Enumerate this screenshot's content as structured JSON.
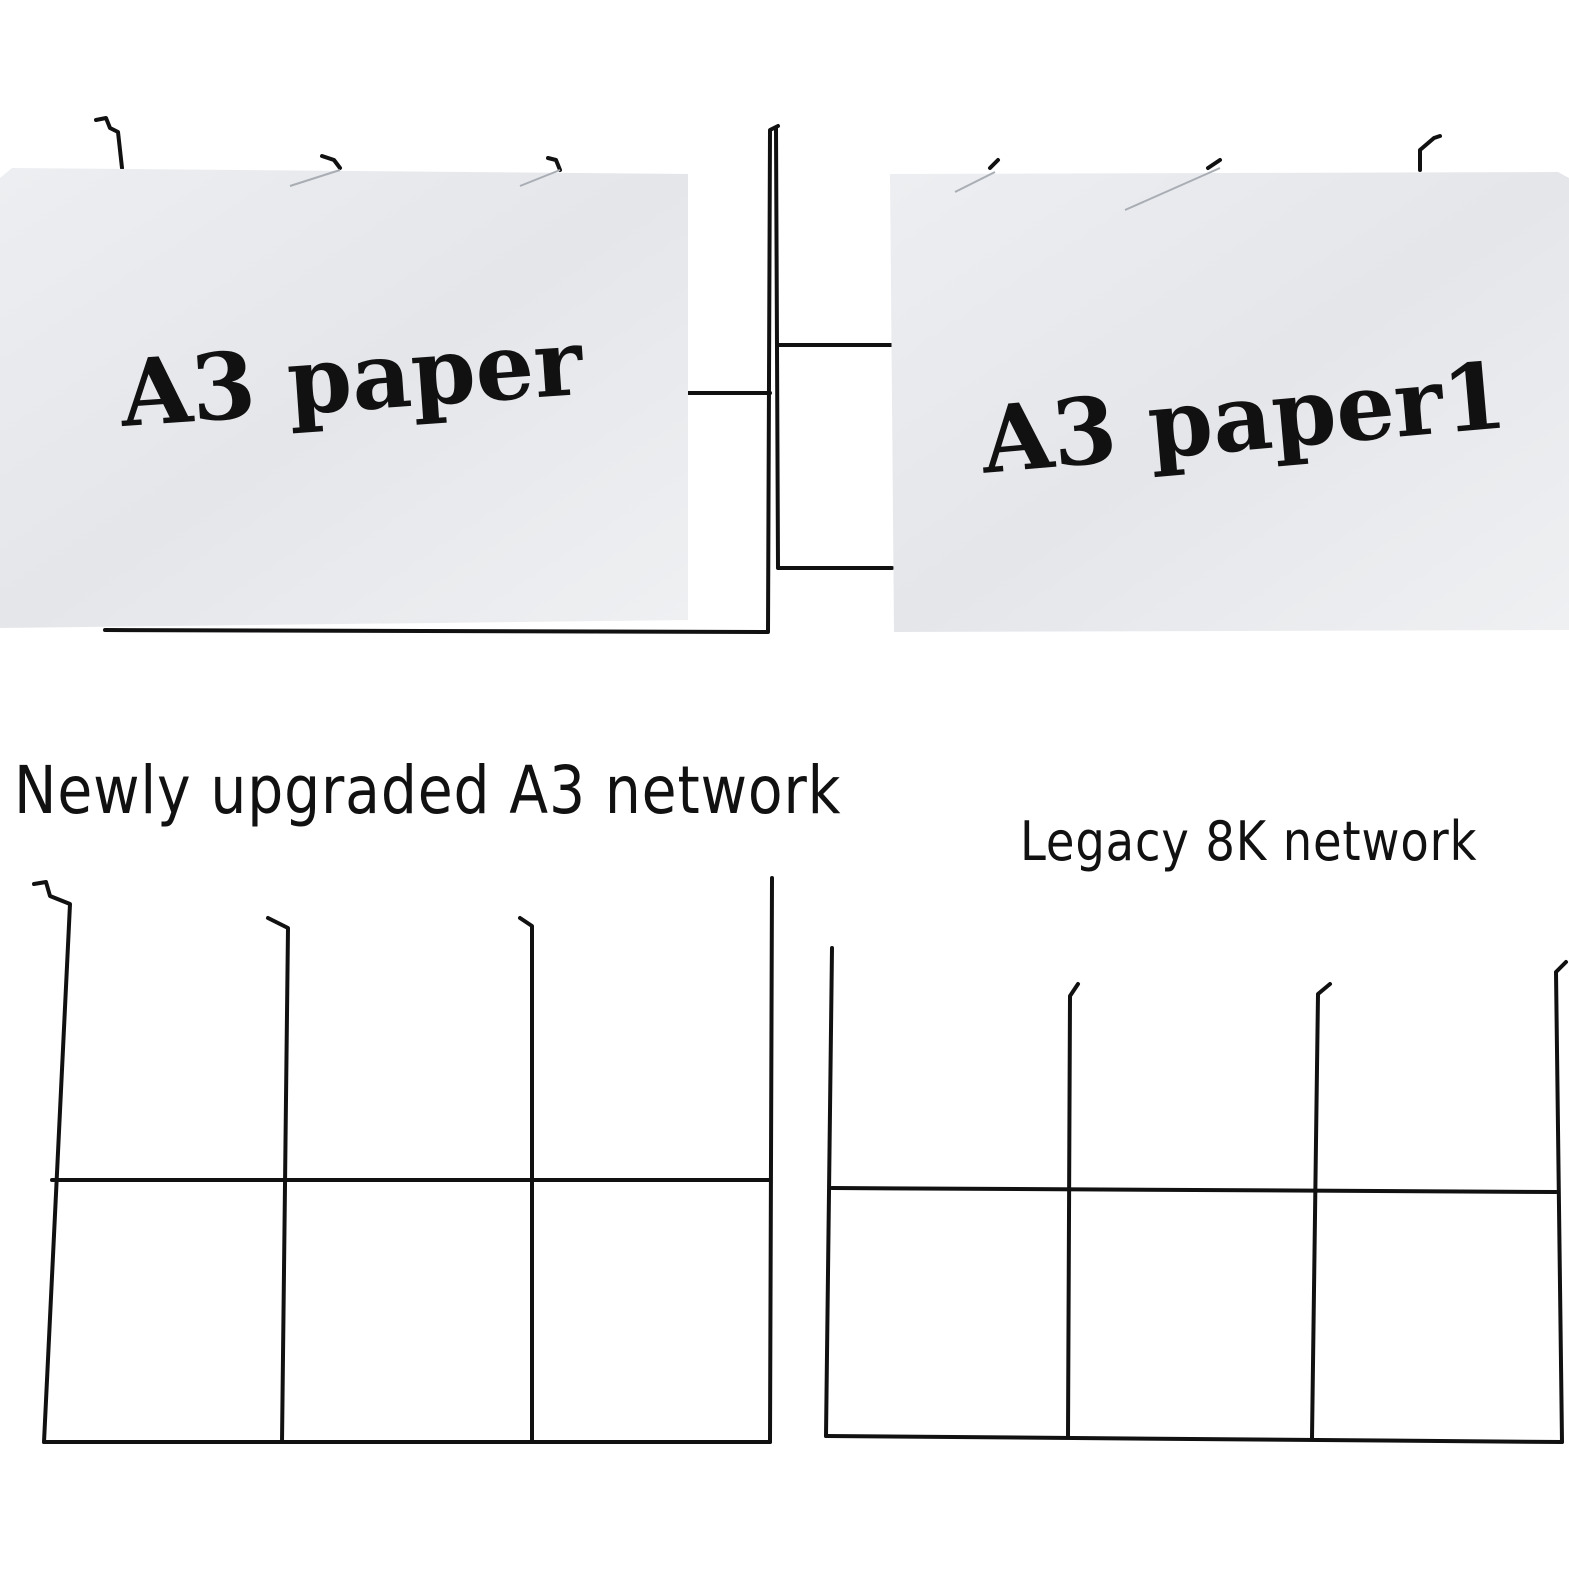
{
  "photo": {
    "paper_left_text": "A3 paper",
    "paper_right_text": "A3 paper1",
    "caption_new": "Newly upgraded A3 network",
    "caption_legacy": "Legacy 8K network"
  },
  "colors": {
    "background": "#ffffff",
    "paper": "#e9eaed",
    "wire": "#111111",
    "text": "#111111"
  }
}
